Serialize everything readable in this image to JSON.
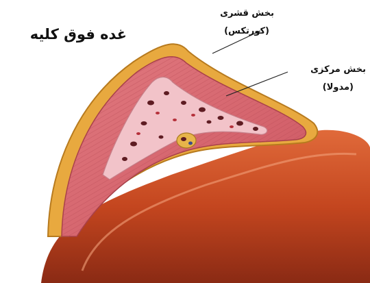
{
  "title": "غده فوق کلیه",
  "labels": {
    "cortex": {
      "line1": "بخش قشری",
      "line2": "(کورتکس)"
    },
    "medulla": {
      "line1": "بخش مرکزی",
      "line2": "(مدولا)"
    }
  },
  "colors": {
    "capsule": "#e9b046",
    "cortex": "#d9646e",
    "medulla": "#f3c6cc",
    "kidney": "#c24a24",
    "vessel": "#6b1d20"
  }
}
